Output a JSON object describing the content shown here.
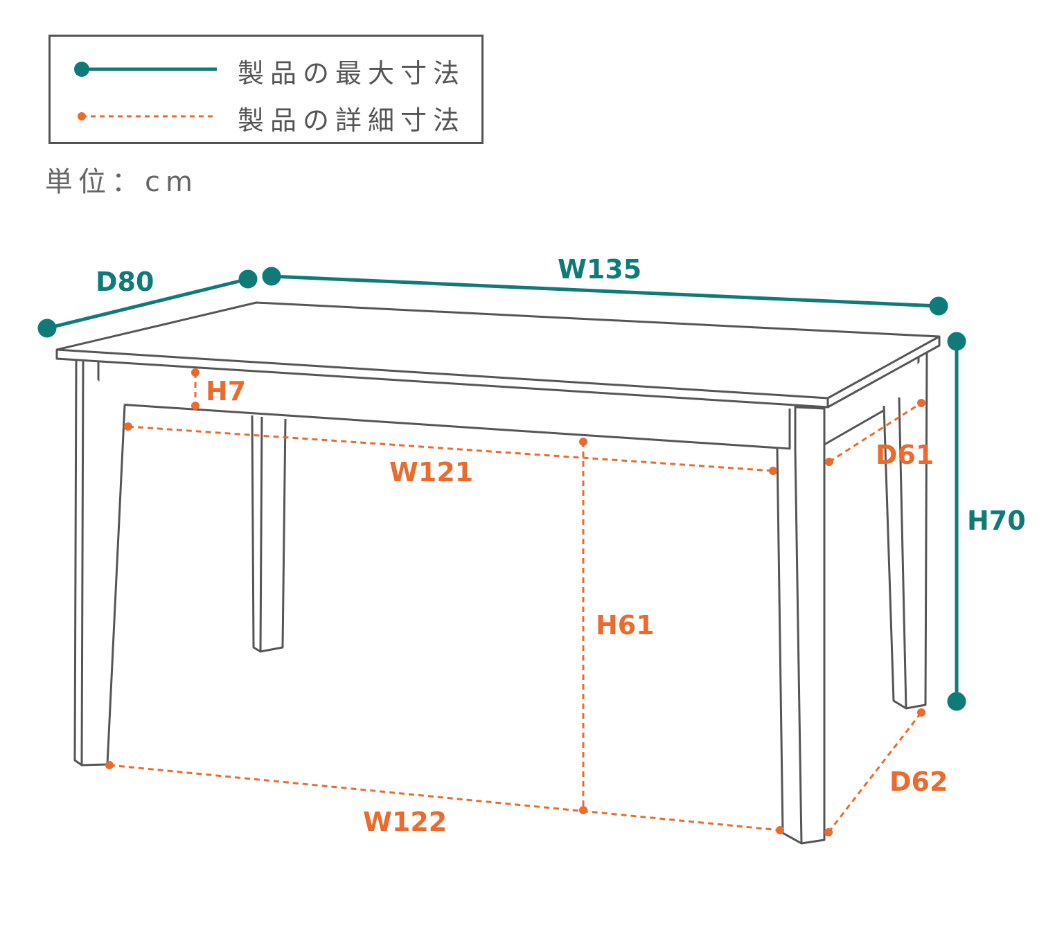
{
  "legend": {
    "max_label": "製品の最大寸法",
    "detail_label": "製品の詳細寸法"
  },
  "unit_label": "単位：cm",
  "colors": {
    "max_dimension": "#0f7b78",
    "detail_dimension": "#ec6a2c",
    "outline": "#555555"
  },
  "dimensions": {
    "max": {
      "depth": "D80",
      "width": "W135",
      "height": "H70"
    },
    "detail": {
      "apron_height": "H7",
      "inner_width_top": "W121",
      "inner_depth_top": "D61",
      "leg_height": "H61",
      "inner_width_bottom": "W122",
      "inner_depth_bottom": "D62"
    }
  }
}
